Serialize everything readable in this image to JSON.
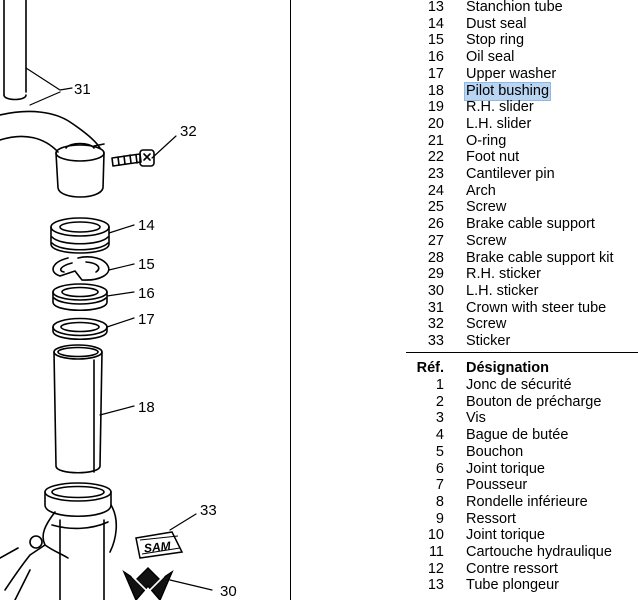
{
  "diagram": {
    "callouts": [
      "31",
      "32",
      "14",
      "15",
      "16",
      "17",
      "18",
      "33",
      "30"
    ],
    "logo_text": "SAM"
  },
  "english_list": [
    {
      "ref": "13",
      "name": "Stanchion tube"
    },
    {
      "ref": "14",
      "name": "Dust seal"
    },
    {
      "ref": "15",
      "name": "Stop ring"
    },
    {
      "ref": "16",
      "name": "Oil seal"
    },
    {
      "ref": "17",
      "name": "Upper washer"
    },
    {
      "ref": "18",
      "name": "Pilot bushing",
      "selected": true
    },
    {
      "ref": "19",
      "name": "R.H. slider"
    },
    {
      "ref": "20",
      "name": "L.H. slider"
    },
    {
      "ref": "21",
      "name": "O-ring"
    },
    {
      "ref": "22",
      "name": "Foot nut"
    },
    {
      "ref": "23",
      "name": "Cantilever pin"
    },
    {
      "ref": "24",
      "name": "Arch"
    },
    {
      "ref": "25",
      "name": "Screw"
    },
    {
      "ref": "26",
      "name": "Brake cable support"
    },
    {
      "ref": "27",
      "name": "Screw"
    },
    {
      "ref": "28",
      "name": "Brake cable support kit"
    },
    {
      "ref": "29",
      "name": "R.H. sticker"
    },
    {
      "ref": "30",
      "name": "L.H. sticker"
    },
    {
      "ref": "31",
      "name": "Crown with steer tube"
    },
    {
      "ref": "32",
      "name": "Screw"
    },
    {
      "ref": "33",
      "name": "Sticker"
    }
  ],
  "french_header": {
    "ref": "Réf.",
    "name": "Désignation"
  },
  "french_list": [
    {
      "ref": "1",
      "name": "Jonc de sécurité"
    },
    {
      "ref": "2",
      "name": "Bouton de précharge"
    },
    {
      "ref": "3",
      "name": "Vis"
    },
    {
      "ref": "4",
      "name": "Bague de butée"
    },
    {
      "ref": "5",
      "name": "Bouchon"
    },
    {
      "ref": "6",
      "name": "Joint torique"
    },
    {
      "ref": "7",
      "name": "Pousseur"
    },
    {
      "ref": "8",
      "name": "Rondelle inférieure"
    },
    {
      "ref": "9",
      "name": "Ressort"
    },
    {
      "ref": "10",
      "name": "Joint torique"
    },
    {
      "ref": "11",
      "name": "Cartouche hydraulique"
    },
    {
      "ref": "12",
      "name": "Contre ressort"
    },
    {
      "ref": "13",
      "name": "Tube plongeur"
    }
  ],
  "selection_color": "#b9d5f2"
}
